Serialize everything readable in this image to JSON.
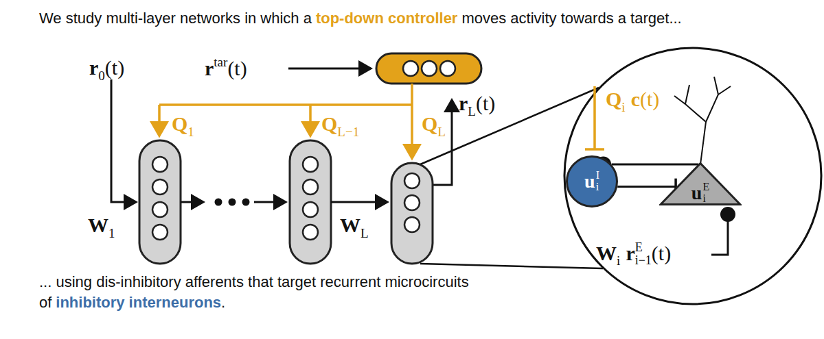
{
  "diagram": {
    "nodes": [
      {
        "text": [
          "u",
          "I",
          "i"
        ]
      },
      {
        "text": [
          "u",
          "E",
          "i"
        ]
      }
    ],
    "edges": [
      {
        "from": 1,
        "to": 0,
        "arrow": "to"
      },
      {
        "from": 0,
        "to": 1,
        "arrow": "to"
      }
    ],
    "labels": [
      "We study multi-layer networks in which a",
      "top-down controller",
      "moves activity towards a target...",
      "... using dis-inhibitory afferents that target recurrent microcircuits",
      "of",
      "inhibitory interneurons",
      ".",
      "r",
      "0",
      "(t)",
      "r",
      "tar",
      "(t)",
      "Q",
      "1",
      "Q",
      "L−1",
      "Q",
      "L",
      "r",
      "L",
      "(t)",
      "W",
      "1",
      "W",
      "L",
      "Q",
      "i",
      "c",
      "(t)",
      "W",
      "i",
      "r",
      "E",
      "i−1",
      "(t)"
    ]
  }
}
